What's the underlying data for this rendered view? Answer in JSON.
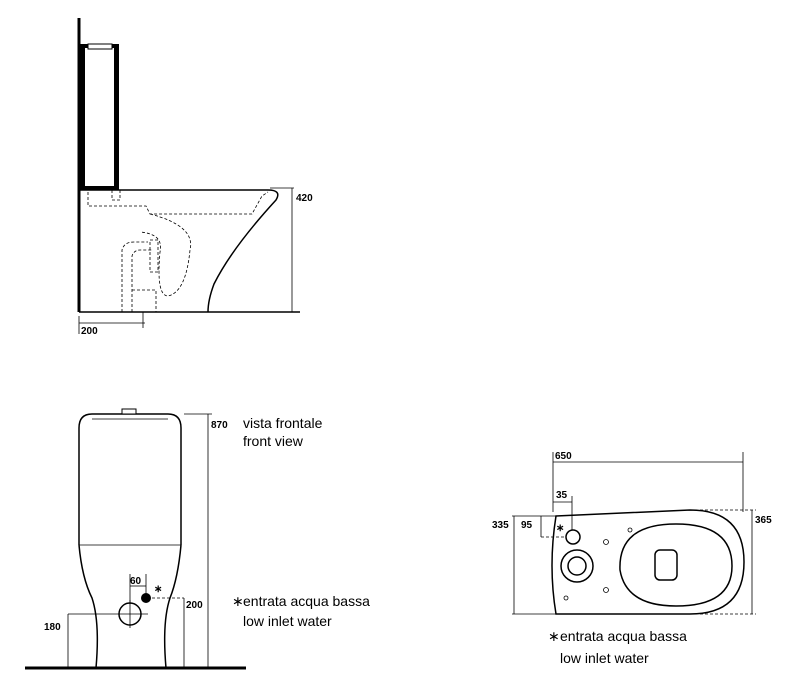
{
  "side_view": {
    "height_dim": "420",
    "depth_dim": "200"
  },
  "front_view": {
    "height_dim": "870",
    "caption_it": "vista frontale",
    "caption_en": "front view",
    "inlet_offset_dim": "60",
    "inlet_height_dim": "200",
    "outlet_height_dim": "180",
    "note_symbol": "∗",
    "note_it": "entrata acqua bassa",
    "note_en": "low inlet water"
  },
  "top_view": {
    "length_dim": "650",
    "inlet_from_back_dim": "35",
    "left_width_dim": "335",
    "inlet_side_dim": "95",
    "right_width_dim": "365",
    "note_symbol": "∗",
    "note_it": "entrata acqua bassa",
    "note_en": "low inlet water"
  }
}
